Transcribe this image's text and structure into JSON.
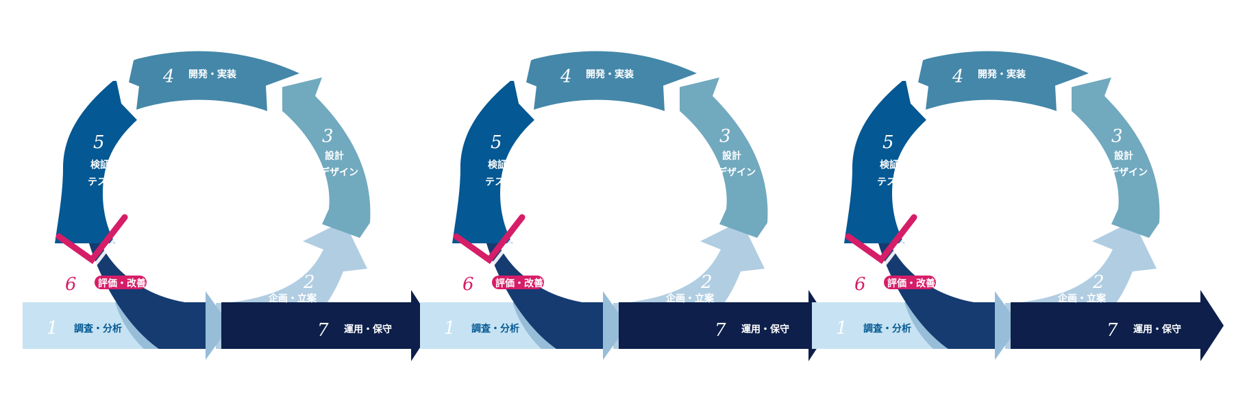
{
  "diagrams": [
    {
      "steps": [
        {
          "number": "1",
          "label": "調査・分析"
        },
        {
          "number": "2",
          "label": "企画・立案"
        },
        {
          "number": "3",
          "label_line1": "設計",
          "label_line2": "デザイン"
        },
        {
          "number": "4",
          "label": "開発・実装"
        },
        {
          "number": "5",
          "label_line1": "検証",
          "label_line2": "テスト"
        },
        {
          "number": "6",
          "label": "評価・改善"
        },
        {
          "number": "7",
          "label": "運用・保守"
        }
      ]
    },
    {
      "steps": [
        {
          "number": "1",
          "label": "調査・分析"
        },
        {
          "number": "2",
          "label": "企画・立案"
        },
        {
          "number": "3",
          "label_line1": "設計",
          "label_line2": "デザイン"
        },
        {
          "number": "4",
          "label": "開発・実装"
        },
        {
          "number": "5",
          "label_line1": "検証",
          "label_line2": "テスト"
        },
        {
          "number": "6",
          "label": "評価・改善"
        },
        {
          "number": "7",
          "label": "運用・保守"
        }
      ]
    },
    {
      "steps": [
        {
          "number": "1",
          "label": "調査・分析"
        },
        {
          "number": "2",
          "label": "企画・立案"
        },
        {
          "number": "3",
          "label_line1": "設計",
          "label_line2": "デザイン"
        },
        {
          "number": "4",
          "label": "開発・実装"
        },
        {
          "number": "5",
          "label_line1": "検証",
          "label_line2": "テスト"
        },
        {
          "number": "6",
          "label": "評価・改善"
        },
        {
          "number": "7",
          "label": "運用・保守"
        }
      ]
    }
  ],
  "colors": {
    "step1": "#c7e3f3",
    "step1_overlap": "#97bdd9",
    "step2": "#b1cde2",
    "step3": "#71a9bf",
    "step4": "#4487a9",
    "step5": "#045893",
    "step6": "#153b71",
    "step7": "#0d1f4a",
    "check": "#d61d67",
    "badge_text": "#ffffff",
    "text_light": "#ffffff"
  }
}
